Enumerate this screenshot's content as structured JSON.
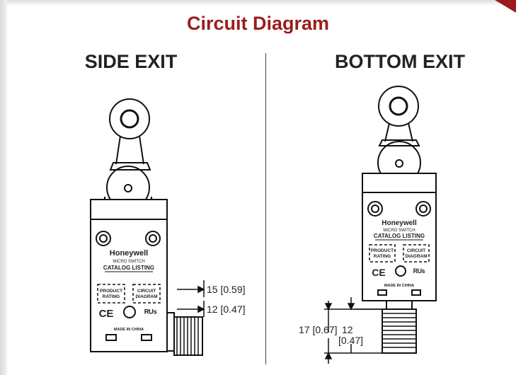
{
  "title": "Circuit Diagram",
  "panels": [
    {
      "heading": "SIDE EXIT"
    },
    {
      "heading": "BOTTOM EXIT"
    }
  ],
  "switch_label": {
    "brand": "Honeywell",
    "line1": "MICRO SWITCH",
    "line2": "CATALOG LISTING",
    "product": [
      "PRODUCT",
      "RATING"
    ],
    "circuit": [
      "CIRCUIT",
      "DIAGRAM"
    ],
    "ce": "CE",
    "made_in": "MADE IN CHINA"
  },
  "side_dims": {
    "d1": "15 [0.59]",
    "d2": "12 [0.47]"
  },
  "bottom_dims": {
    "d1": "17 [0.67]",
    "d2a": "12",
    "d2b": "[0.47]"
  }
}
